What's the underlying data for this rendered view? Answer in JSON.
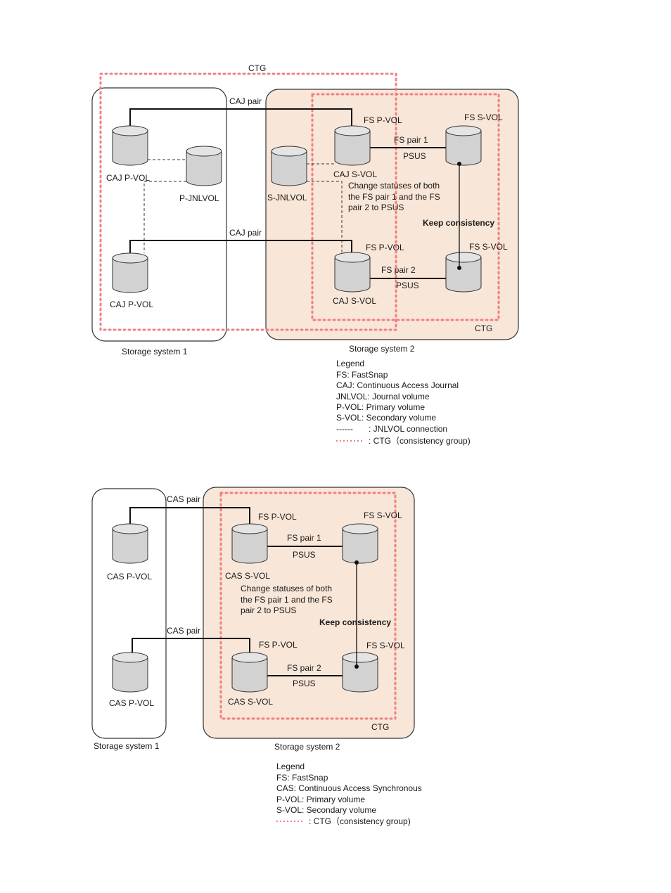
{
  "diagram1": {
    "ctg_top_label": "CTG",
    "ctg_bottom_label": "CTG",
    "storage1_label": "Storage system 1",
    "storage2_label": "Storage system 2",
    "caj_pair_1": "CAJ pair",
    "caj_pair_2": "CAJ pair",
    "caj_pvol_1": "CAJ P-VOL",
    "caj_pvol_2": "CAJ P-VOL",
    "p_jnlvol": "P-JNLVOL",
    "s_jnlvol": "S-JNLVOL",
    "fs_pvol_1": "FS P-VOL",
    "fs_pvol_2": "FS P-VOL",
    "caj_svol_1": "CAJ S-VOL",
    "caj_svol_2": "CAJ S-VOL",
    "fs_svol_1": "FS S-VOL",
    "fs_svol_2": "FS S-VOL",
    "fs_pair_1": "FS pair 1",
    "fs_pair_2": "FS pair 2",
    "psus_1": "PSUS",
    "psus_2": "PSUS",
    "note_lines": [
      "Change statuses of both",
      "the FS pair 1 and the FS",
      "pair 2 to PSUS"
    ],
    "keep_consistency": "Keep consistency",
    "legend": {
      "title": "Legend",
      "items": [
        "FS: FastSnap",
        "CAJ: Continuous Access Journal",
        "JNLVOL: Journal volume",
        "P-VOL: Primary volume",
        "S-VOL: Secondary volume"
      ],
      "jnl_line_prefix": "------",
      "jnl_line": ": JNLVOL connection",
      "ctg_line": ": CTG（consistency group)"
    }
  },
  "diagram2": {
    "ctg_label": "CTG",
    "storage1_label": "Storage system 1",
    "storage2_label": "Storage system 2",
    "cas_pair_1": "CAS pair",
    "cas_pair_2": "CAS pair",
    "cas_pvol_1": "CAS P-VOL",
    "cas_pvol_2": "CAS P-VOL",
    "fs_pvol_1": "FS P-VOL",
    "fs_pvol_2": "FS P-VOL",
    "cas_svol_1": "CAS S-VOL",
    "cas_svol_2": "CAS S-VOL",
    "fs_svol_1": "FS S-VOL",
    "fs_svol_2": "FS S-VOL",
    "fs_pair_1": "FS pair 1",
    "fs_pair_2": "FS pair 2",
    "psus_1": "PSUS",
    "psus_2": "PSUS",
    "note_lines": [
      "Change statuses of both",
      "the FS pair 1 and the FS",
      "pair 2 to PSUS"
    ],
    "keep_consistency": "Keep consistency",
    "legend": {
      "title": "Legend",
      "items": [
        "FS: FastSnap",
        "CAS: Continuous Access Synchronous",
        "P-VOL: Primary volume",
        "S-VOL: Secondary volume"
      ],
      "ctg_line": ": CTG（consistency group)"
    }
  },
  "colors": {
    "ctg_dots": "#f08080",
    "storage2_fill": "#f8e6d8",
    "cylinder": "#d2d2d2"
  }
}
